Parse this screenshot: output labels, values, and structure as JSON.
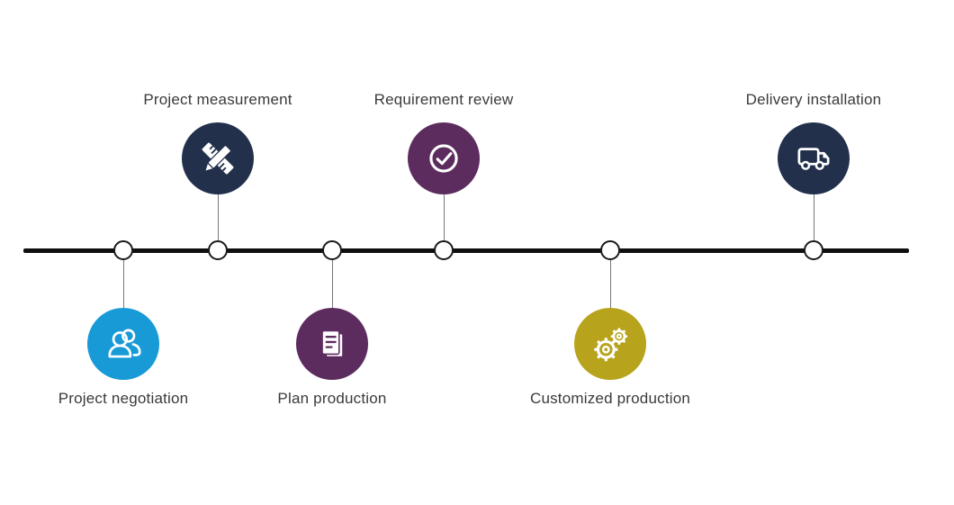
{
  "diagram": {
    "type": "process-timeline",
    "background": "#ffffff",
    "text_color": "#3a3a3a",
    "timeline": {
      "line_color": "#0f0f0f",
      "node_fill": "#ffffff",
      "node_border_color": "#1a1a1a",
      "connector_color": "#777777"
    },
    "steps": [
      {
        "label": "Project negotiation",
        "side": "below",
        "color": "#189ad6",
        "icon": "people-icon"
      },
      {
        "label": "Project measurement",
        "side": "above",
        "color": "#22304c",
        "icon": "ruler-pencil-icon"
      },
      {
        "label": "Plan production",
        "side": "below",
        "color": "#5d2c5e",
        "icon": "document-icon"
      },
      {
        "label": "Requirement review",
        "side": "above",
        "color": "#5d2c5e",
        "icon": "check-circle-icon"
      },
      {
        "label": "Customized production",
        "side": "below",
        "color": "#b7a31c",
        "icon": "gears-icon"
      },
      {
        "label": "Delivery installation",
        "side": "above",
        "color": "#22304c",
        "icon": "truck-icon"
      }
    ]
  }
}
